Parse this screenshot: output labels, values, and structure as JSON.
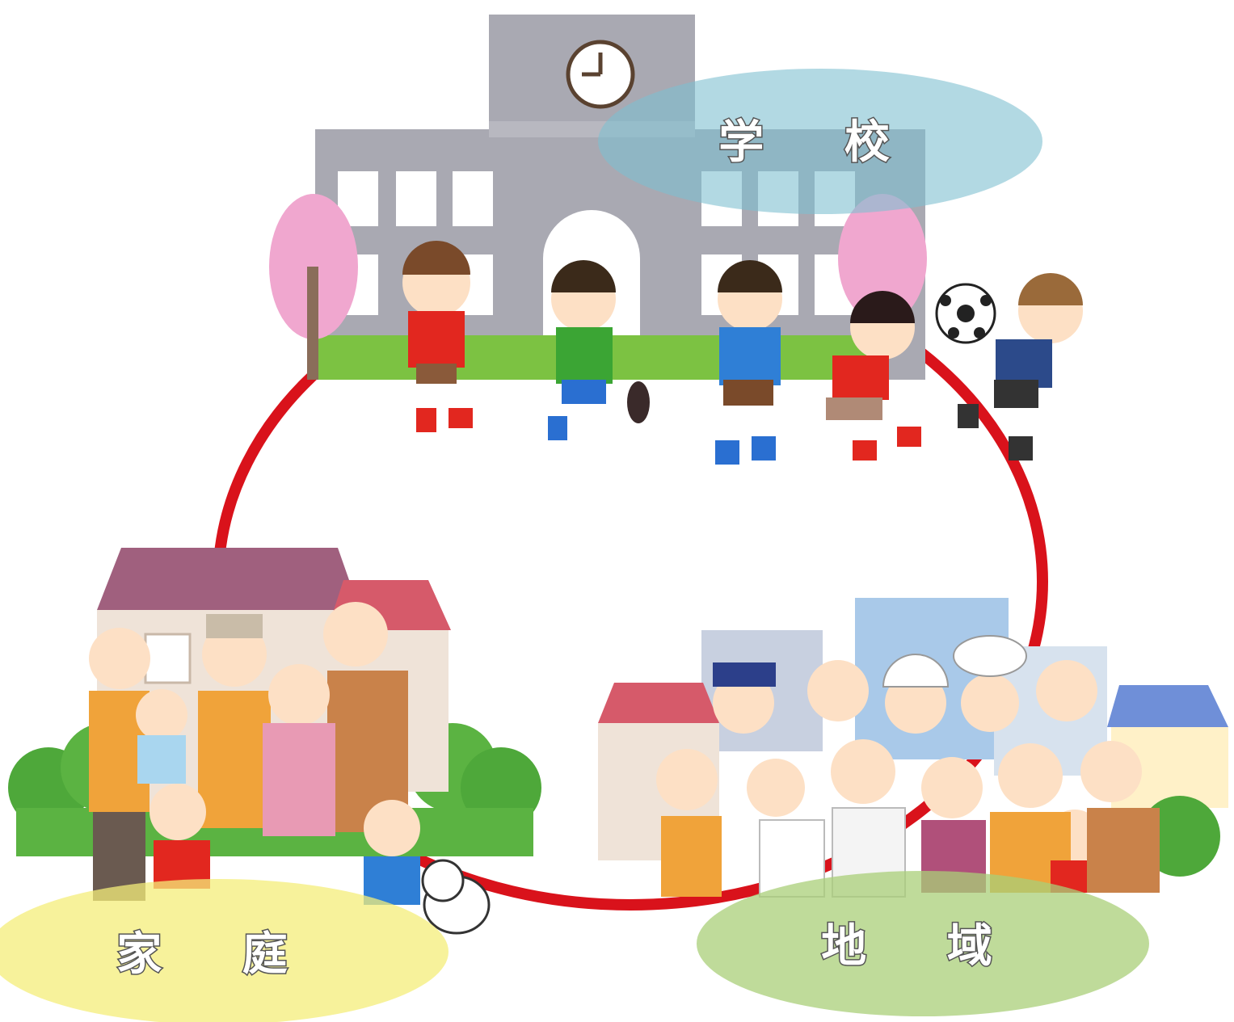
{
  "nodes": {
    "school": {
      "label": "学 校",
      "oval_color": "#7fbfd0"
    },
    "home": {
      "label": "家 庭",
      "oval_color": "#f4ee7a"
    },
    "community": {
      "label": "地 域",
      "oval_color": "#a9cf78"
    }
  },
  "ring_color": "#d9121b",
  "icons": [
    "school-building-icon",
    "clock-icon",
    "cherry-tree-icon",
    "child-icon",
    "soccer-ball-icon",
    "house-icon",
    "family-icon",
    "dog-icon",
    "town-buildings-icon",
    "community-people-icon",
    "bush-tree-icon"
  ]
}
